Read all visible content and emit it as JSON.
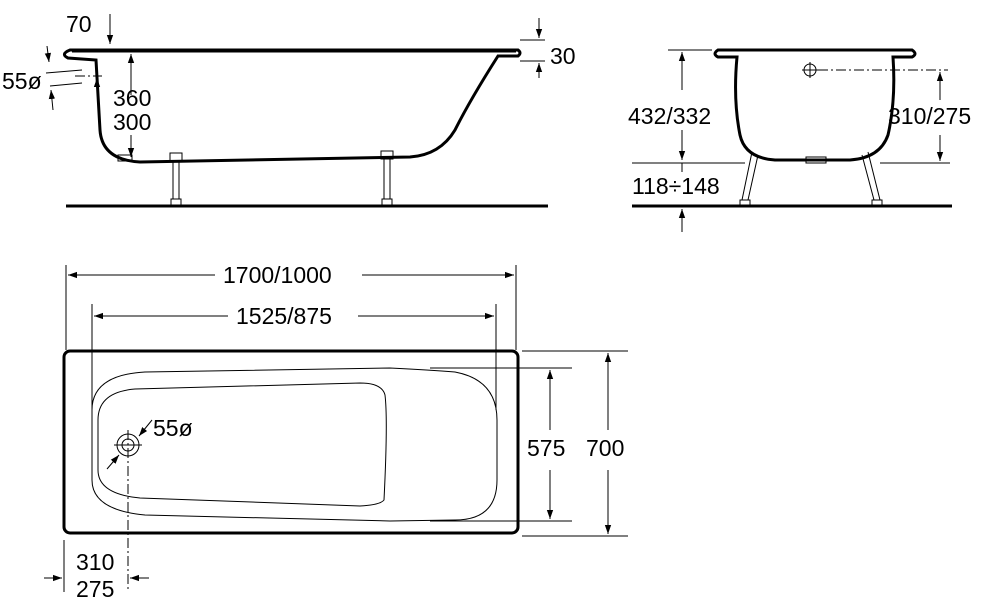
{
  "side_view": {
    "rim_width": "70",
    "rim_thickness": "30",
    "overflow_diameter": "55ø",
    "depth_primary": "360",
    "depth_secondary": "300"
  },
  "end_view": {
    "total_height": "432/332",
    "overflow_height": "310/275",
    "leg_height": "118÷148"
  },
  "plan_view": {
    "length_outer": "1700/1000",
    "length_inner": "1525/875",
    "drain_diameter": "55ø",
    "width_inner": "575",
    "width_outer": "700",
    "drain_offset_primary": "310",
    "drain_offset_secondary": "275"
  }
}
